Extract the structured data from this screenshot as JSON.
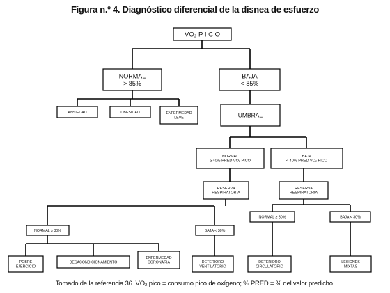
{
  "figure": {
    "title": "Figura n.º 4. Diagnóstico diferencial de la disnea de esfuerzo",
    "caption": "Tomado de la referencia 36. VO₂ pico = consumo pico de oxígeno; % PRED = % del valor predicho."
  },
  "nodes": {
    "vo2": [
      "VO₂  P I C O"
    ],
    "normal": [
      "NORMAL",
      "> 85%"
    ],
    "baja": [
      "BAJA",
      "< 85%"
    ],
    "ansiedad": [
      "ANSIEDAD"
    ],
    "obesidad": [
      "OBESIDAD"
    ],
    "enf_leve": [
      "ENFERMEDAD",
      "LEVE"
    ],
    "umbral": [
      "UMBRAL"
    ],
    "umbral_normal": [
      "NORMAL",
      "≥ 40% PRED VO₂ PICO"
    ],
    "umbral_baja": [
      "BAJA",
      "< 40% PRED VO₂ PICO"
    ],
    "reserva_izq": [
      "RESERVA",
      "RESPIRATORIA"
    ],
    "reserva_der": [
      "RESERVA",
      "RESPIRATORIA"
    ],
    "normal_30_izq": [
      "NORMAL  ≥ 30%"
    ],
    "baja_30_izq": [
      "BAJA  < 30%"
    ],
    "normal_30_der": [
      "NORMAL  ≥ 30%"
    ],
    "baja_30_der": [
      "BAJA  < 30%"
    ],
    "pobre_ejercicio": [
      "POBRE",
      "EJERCICIO"
    ],
    "desacond": [
      "DESACONDICIONAMIENTO"
    ],
    "enf_coronaria": [
      "ENFERMEDAD",
      "CORONARIA"
    ],
    "det_ventilatorio": [
      "DETERIORO",
      "VENTILATORIO"
    ],
    "det_circulatorio": [
      "DETERIORO",
      "CIRCULATORIO"
    ],
    "lesiones_mixtas": [
      "LESIONES",
      "MIXTAS"
    ]
  }
}
